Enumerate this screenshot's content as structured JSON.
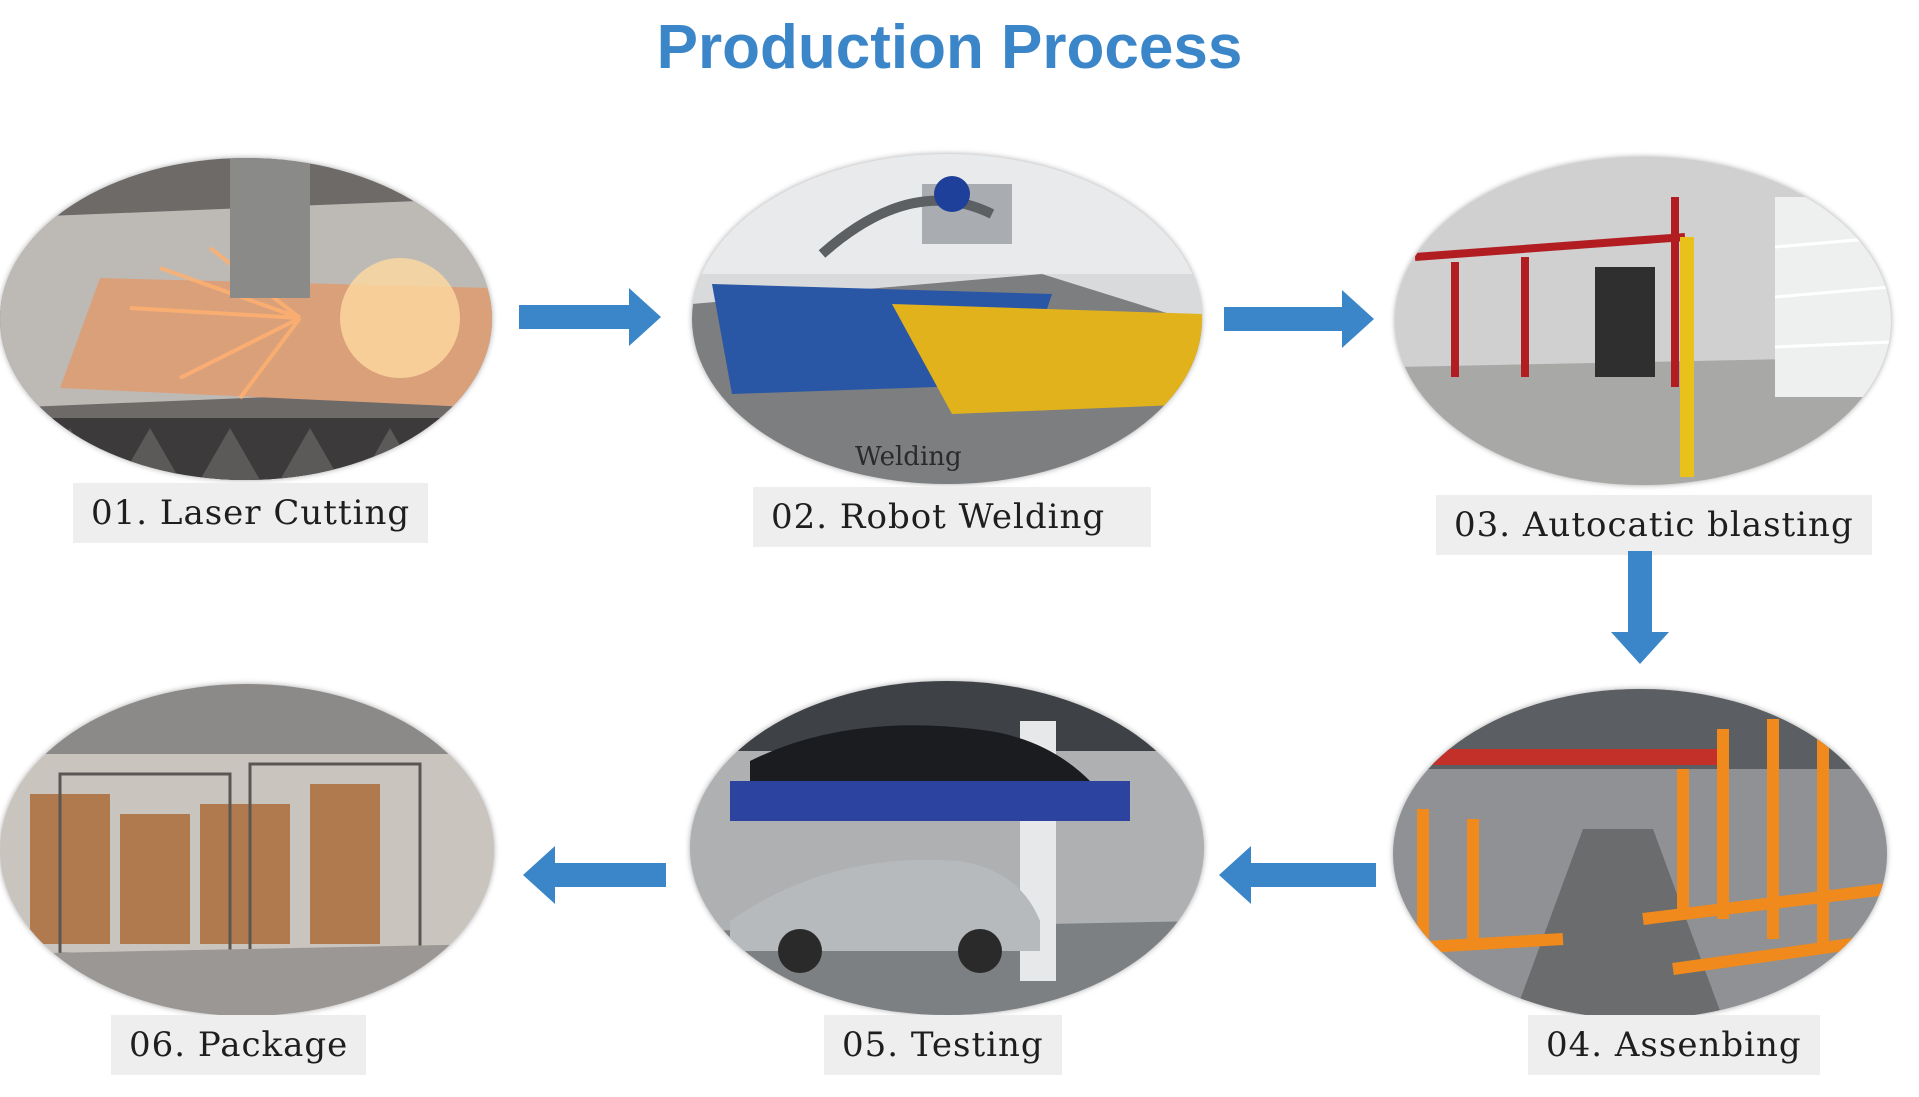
{
  "title": "Production Process",
  "accent_color": "#3a86c8",
  "steps": [
    {
      "label": "01. Laser Cutting",
      "icon": "laser-cutting-photo"
    },
    {
      "label": "02. Robot Welding",
      "icon": "robot-welding-photo",
      "photo_text": "Welding"
    },
    {
      "label": "03. Autocatic blasting",
      "icon": "blasting-line-photo"
    },
    {
      "label": "04. Assenbing",
      "icon": "assembly-line-photo"
    },
    {
      "label": "05. Testing",
      "icon": "parking-lift-test-photo"
    },
    {
      "label": "06. Package",
      "icon": "packaged-goods-photo"
    }
  ],
  "arrows": [
    "arrow-right",
    "arrow-right",
    "arrow-down",
    "arrow-left",
    "arrow-left"
  ]
}
